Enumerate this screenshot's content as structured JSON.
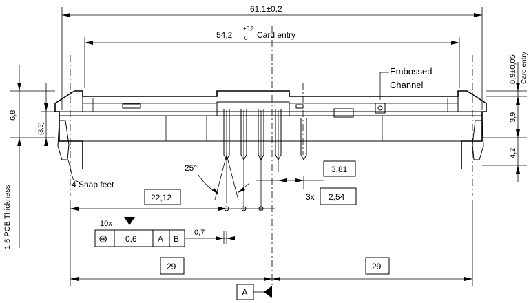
{
  "dimensions": {
    "overall_width": "61,1±0,2",
    "card_entry_width": "54,2",
    "card_entry_tol_upper": "+0,2",
    "card_entry_tol_lower": "0",
    "card_entry_label": "Card entry",
    "right_dim_1": "0,9±0,05",
    "right_dim_1_label": "Card entry",
    "right_dim_2": "3,9",
    "right_dim_3": "4,2",
    "left_dim_1": "6,8",
    "left_dim_2": "(3,9)",
    "left_pcb_label": "1,6 PCB Thickness",
    "angle": "25°",
    "pitch_box_1": "3,81",
    "pitch_prefix": "3x",
    "pitch_box_2": "2,54",
    "distance_box": "22,12",
    "half_left": "29",
    "half_right": "29",
    "datum_label": "A",
    "tolerance_dim": "0,7"
  },
  "callouts": {
    "embossed_line1": "Embossed",
    "embossed_line2": "Channel",
    "snap_feet": "4 Snap feet"
  },
  "feature_control_frame": {
    "count": "10x",
    "symbol": "⊕",
    "tolerance": "0,6",
    "datum_a": "A",
    "datum_b": "B"
  }
}
